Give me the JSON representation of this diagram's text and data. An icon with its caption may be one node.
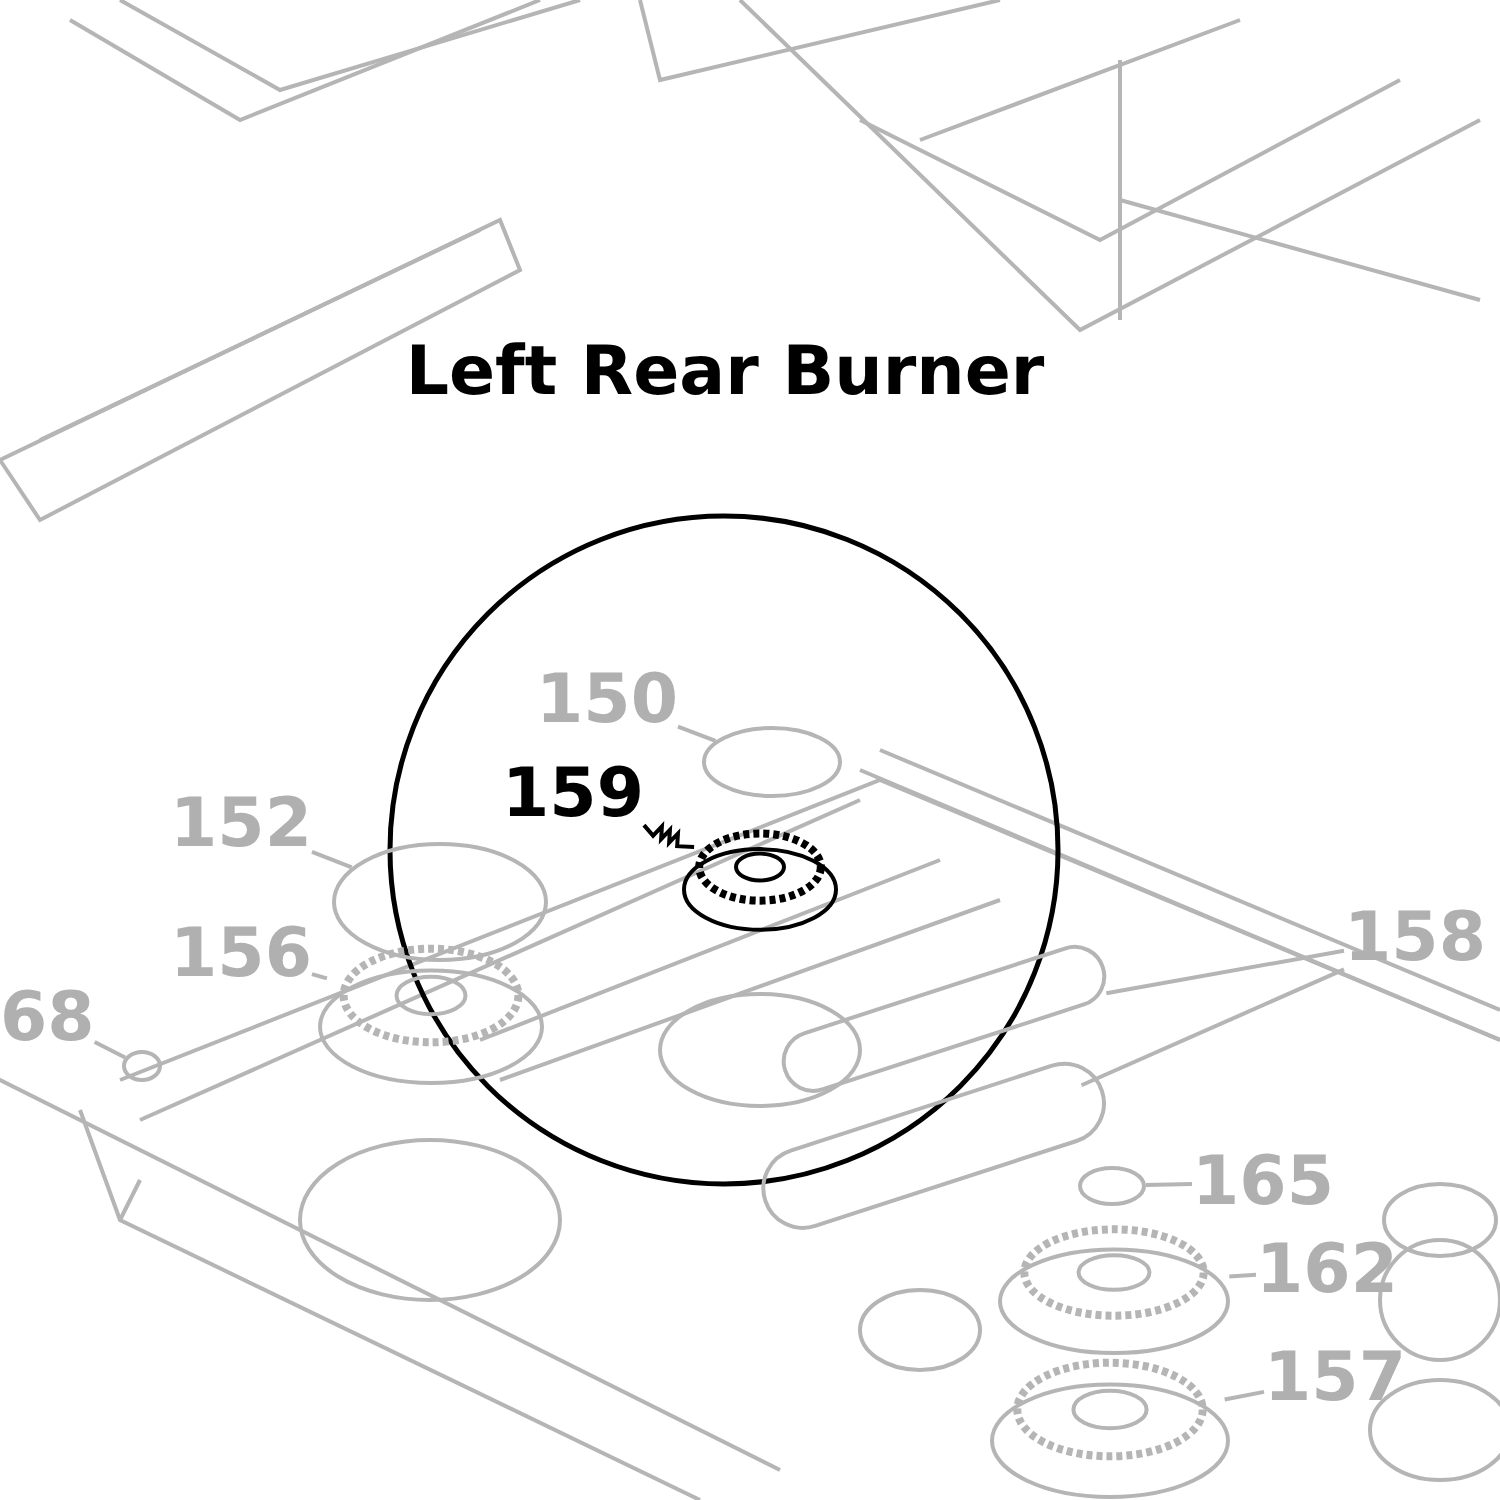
{
  "diagram": {
    "title": "Left Rear Burner",
    "nodes": [
      {
        "text": [
          "150"
        ]
      },
      {
        "text": [],
        "shape": "circle"
      },
      {
        "text": [
          "159"
        ]
      },
      {
        "text": [],
        "shape": "picture"
      },
      {
        "text": [
          "152"
        ]
      },
      {
        "text": [],
        "shape": "circle"
      },
      {
        "text": [
          "156"
        ]
      },
      {
        "text": [],
        "shape": "picture"
      },
      {
        "text": [
          "68"
        ]
      },
      {
        "text": [],
        "shape": "circle"
      },
      {
        "text": [
          "158"
        ]
      },
      {
        "text": [],
        "shape": "box"
      },
      {
        "text": [],
        "shape": "box"
      },
      {
        "text": [
          "165"
        ]
      },
      {
        "text": [],
        "shape": "circle"
      },
      {
        "text": [
          "162"
        ]
      },
      {
        "text": [],
        "shape": "picture"
      },
      {
        "text": [
          "157"
        ]
      },
      {
        "text": [],
        "shape": "picture"
      }
    ],
    "edges": [
      {
        "from": 0,
        "to": 1,
        "arrow": "none"
      },
      {
        "from": 2,
        "to": 3,
        "arrow": "none",
        "color": "#000000"
      },
      {
        "from": 4,
        "to": 5,
        "arrow": "none"
      },
      {
        "from": 6,
        "to": 7,
        "arrow": "none"
      },
      {
        "from": 8,
        "to": 9,
        "arrow": "none"
      },
      {
        "from": 10,
        "to": 11,
        "arrow": "none"
      },
      {
        "from": 10,
        "to": 12,
        "arrow": "none"
      },
      {
        "from": 13,
        "to": 14,
        "arrow": "none"
      },
      {
        "from": 15,
        "to": 16,
        "arrow": "none"
      },
      {
        "from": 17,
        "to": 18,
        "arrow": "none"
      }
    ]
  }
}
